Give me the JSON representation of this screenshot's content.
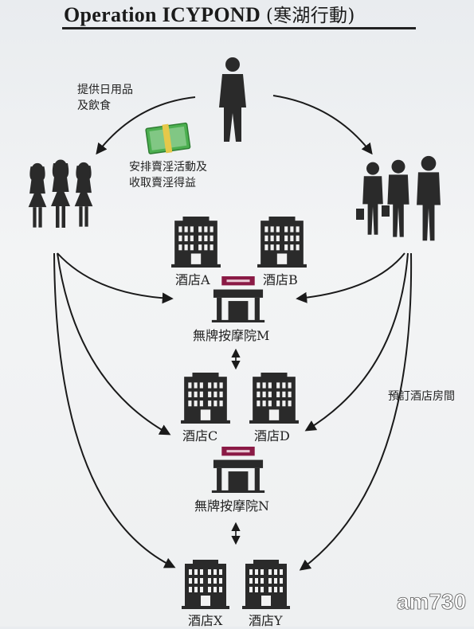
{
  "title": {
    "main": "Operation ICYPOND",
    "sub": "(寒湖行動)"
  },
  "notes": {
    "supply_line1": "提供日用品",
    "supply_line2": "及飲食",
    "arrange_line1": "安排賣淫活動及",
    "arrange_line2": "收取賣淫得益",
    "booking": "預訂酒店房間"
  },
  "nodes": {
    "hotel_a": "酒店A",
    "hotel_b": "酒店B",
    "parlor_m": "無牌按摩院M",
    "hotel_c": "酒店C",
    "hotel_d": "酒店D",
    "parlor_n": "無牌按摩院N",
    "hotel_x": "酒店X",
    "hotel_y": "酒店Y"
  },
  "icons": {
    "mastermind": "man-silhouette-icon",
    "women": "women-group-icon",
    "clients": "businessmen-group-icon",
    "money": "money-bundle-icon",
    "hotel": "hotel-building-icon",
    "parlor": "massage-shop-icon"
  },
  "colors": {
    "parlor_sign": "#8a1a45",
    "money": "#4caf50",
    "arrow": "#1a1a1a"
  },
  "watermark": "am730"
}
